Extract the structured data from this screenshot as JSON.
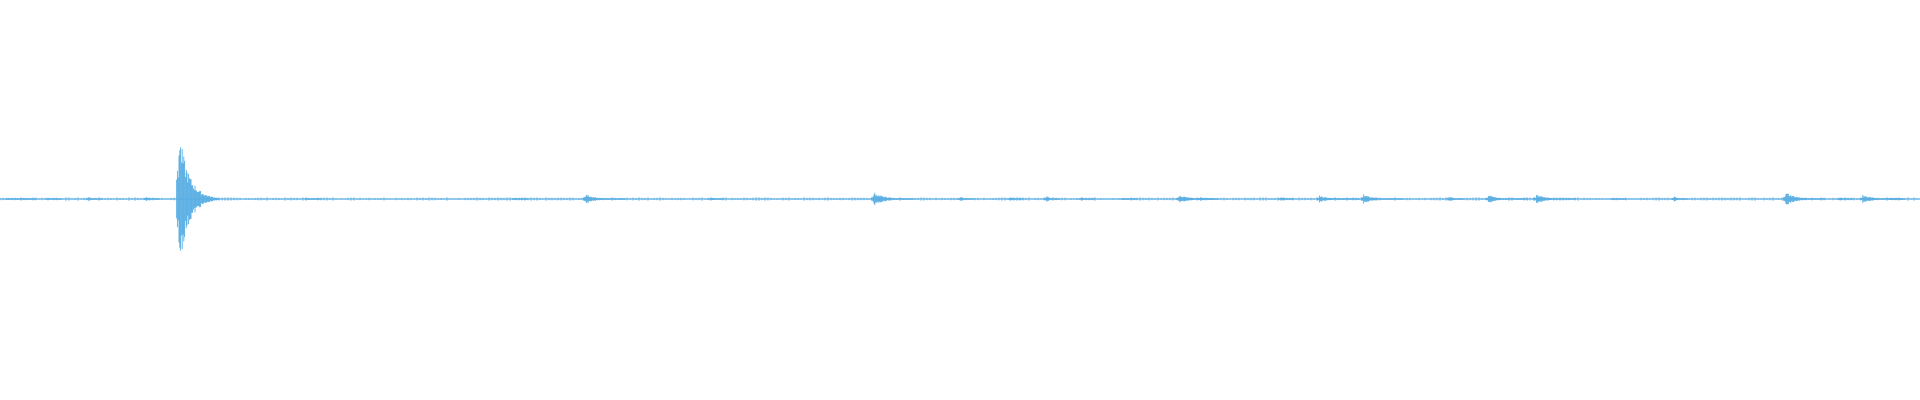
{
  "waveform": {
    "color": "#5aaee3",
    "events": [
      {
        "time": 0.004,
        "amplitude": 0.02
      },
      {
        "time": 0.012,
        "amplitude": 0.015
      },
      {
        "time": 0.025,
        "amplitude": 0.02
      },
      {
        "time": 0.046,
        "amplitude": 0.03
      },
      {
        "time": 0.076,
        "amplitude": 0.04
      },
      {
        "time": 0.093,
        "amplitude": 1.0
      },
      {
        "time": 0.16,
        "amplitude": 0.006
      },
      {
        "time": 0.268,
        "amplitude": 0.02
      },
      {
        "time": 0.305,
        "amplitude": 0.07
      },
      {
        "time": 0.37,
        "amplitude": 0.03
      },
      {
        "time": 0.455,
        "amplitude": 0.1
      },
      {
        "time": 0.5,
        "amplitude": 0.04
      },
      {
        "time": 0.526,
        "amplitude": 0.04
      },
      {
        "time": 0.545,
        "amplitude": 0.05
      },
      {
        "time": 0.563,
        "amplitude": 0.03
      },
      {
        "time": 0.585,
        "amplitude": 0.015
      },
      {
        "time": 0.614,
        "amplitude": 0.06
      },
      {
        "time": 0.625,
        "amplitude": 0.04
      },
      {
        "time": 0.667,
        "amplitude": 0.04
      },
      {
        "time": 0.687,
        "amplitude": 0.055
      },
      {
        "time": 0.71,
        "amplitude": 0.07
      },
      {
        "time": 0.755,
        "amplitude": 0.05
      },
      {
        "time": 0.775,
        "amplitude": 0.06
      },
      {
        "time": 0.8,
        "amplitude": 0.07
      },
      {
        "time": 0.84,
        "amplitude": 0.025
      },
      {
        "time": 0.872,
        "amplitude": 0.04
      },
      {
        "time": 0.93,
        "amplitude": 0.1
      },
      {
        "time": 0.958,
        "amplitude": 0.03
      },
      {
        "time": 0.97,
        "amplitude": 0.06
      },
      {
        "time": 0.985,
        "amplitude": 0.02
      }
    ]
  }
}
